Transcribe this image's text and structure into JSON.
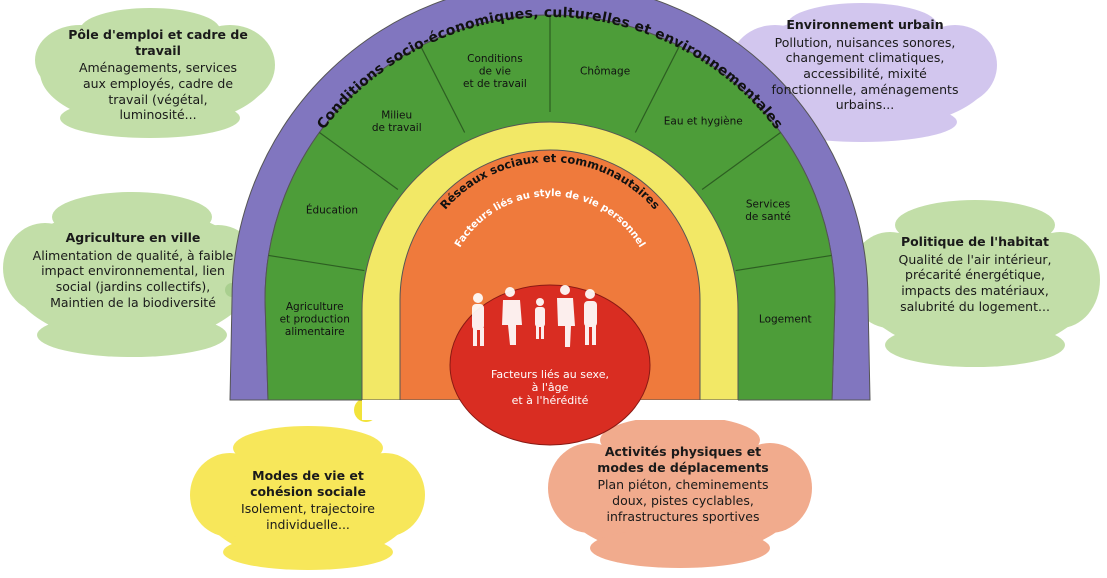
{
  "colors": {
    "green_cloud": "#c2dea8",
    "purple_cloud": "#d2c6ee",
    "yellow_cloud": "#f7e75a",
    "salmon_cloud": "#f1ab8d",
    "outer_band": "#8176bf",
    "green_band": "#4d9d39",
    "yellow_band": "#f2e866",
    "orange_band": "#ef7a3c",
    "red_core": "#d92d22"
  },
  "bands": {
    "outer_label": "Conditions socio-économiques, culturelles et environnementales",
    "yellow_label": "Réseaux sociaux et communautaires",
    "orange_label": "Facteurs liés au style de vie personnel",
    "core_lines": [
      "Facteurs liés au sexe,",
      "à l'âge",
      "et à l'hérédité"
    ],
    "core_icon": "people-silhouettes-icon"
  },
  "sectors": [
    {
      "lines": [
        "Agriculture",
        "et production",
        "alimentaire"
      ]
    },
    {
      "lines": [
        "Éducation"
      ]
    },
    {
      "lines": [
        "Milieu",
        "de travail"
      ]
    },
    {
      "lines": [
        "Conditions",
        "de vie",
        "et de travail"
      ]
    },
    {
      "lines": [
        "Chômage"
      ]
    },
    {
      "lines": [
        "Eau et hygiène"
      ]
    },
    {
      "lines": [
        "Services",
        "de santé"
      ]
    },
    {
      "lines": [
        "Logement"
      ]
    }
  ],
  "clouds": {
    "emploi": {
      "title": "Pôle d'emploi et cadre de travail",
      "body": "Aménagements, services aux employés, cadre de travail (végétal, luminosité..."
    },
    "environnement": {
      "title": "Environnement urbain",
      "body": "Pollution, nuisances sonores, changement climatiques, accessibilité, mixité fonctionnelle, aménagements urbains..."
    },
    "agriculture": {
      "title": "Agriculture en ville",
      "body": "Alimentation de qualité, à faible impact environnemental, lien social (jardins collectifs), Maintien de la biodiversité"
    },
    "habitat": {
      "title": "Politique de l'habitat",
      "body": "Qualité de l'air intérieur, précarité énergétique, impacts des matériaux, salubrité du logement..."
    },
    "modes_vie": {
      "title": "Modes de vie et cohésion sociale",
      "body": "Isolement, trajectoire individuelle..."
    },
    "activites": {
      "title": "Activités physiques et modes de déplacements",
      "body": "Plan piéton, cheminements doux, pistes cyclables, infrastructures sportives"
    }
  }
}
